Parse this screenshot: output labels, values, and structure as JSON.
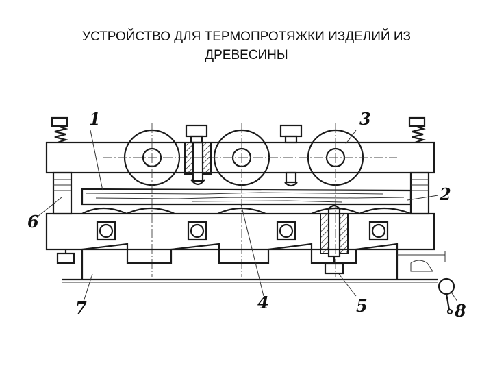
{
  "title": {
    "line1": "УСТРОЙСТВО ДЛЯ ТЕРМОПРОТЯЖКИ ИЗДЕЛИЙ ИЗ",
    "line2": "ДРЕВЕСИНЫ"
  },
  "callouts": [
    "1",
    "2",
    "3",
    "4",
    "5",
    "6",
    "7",
    "8"
  ]
}
